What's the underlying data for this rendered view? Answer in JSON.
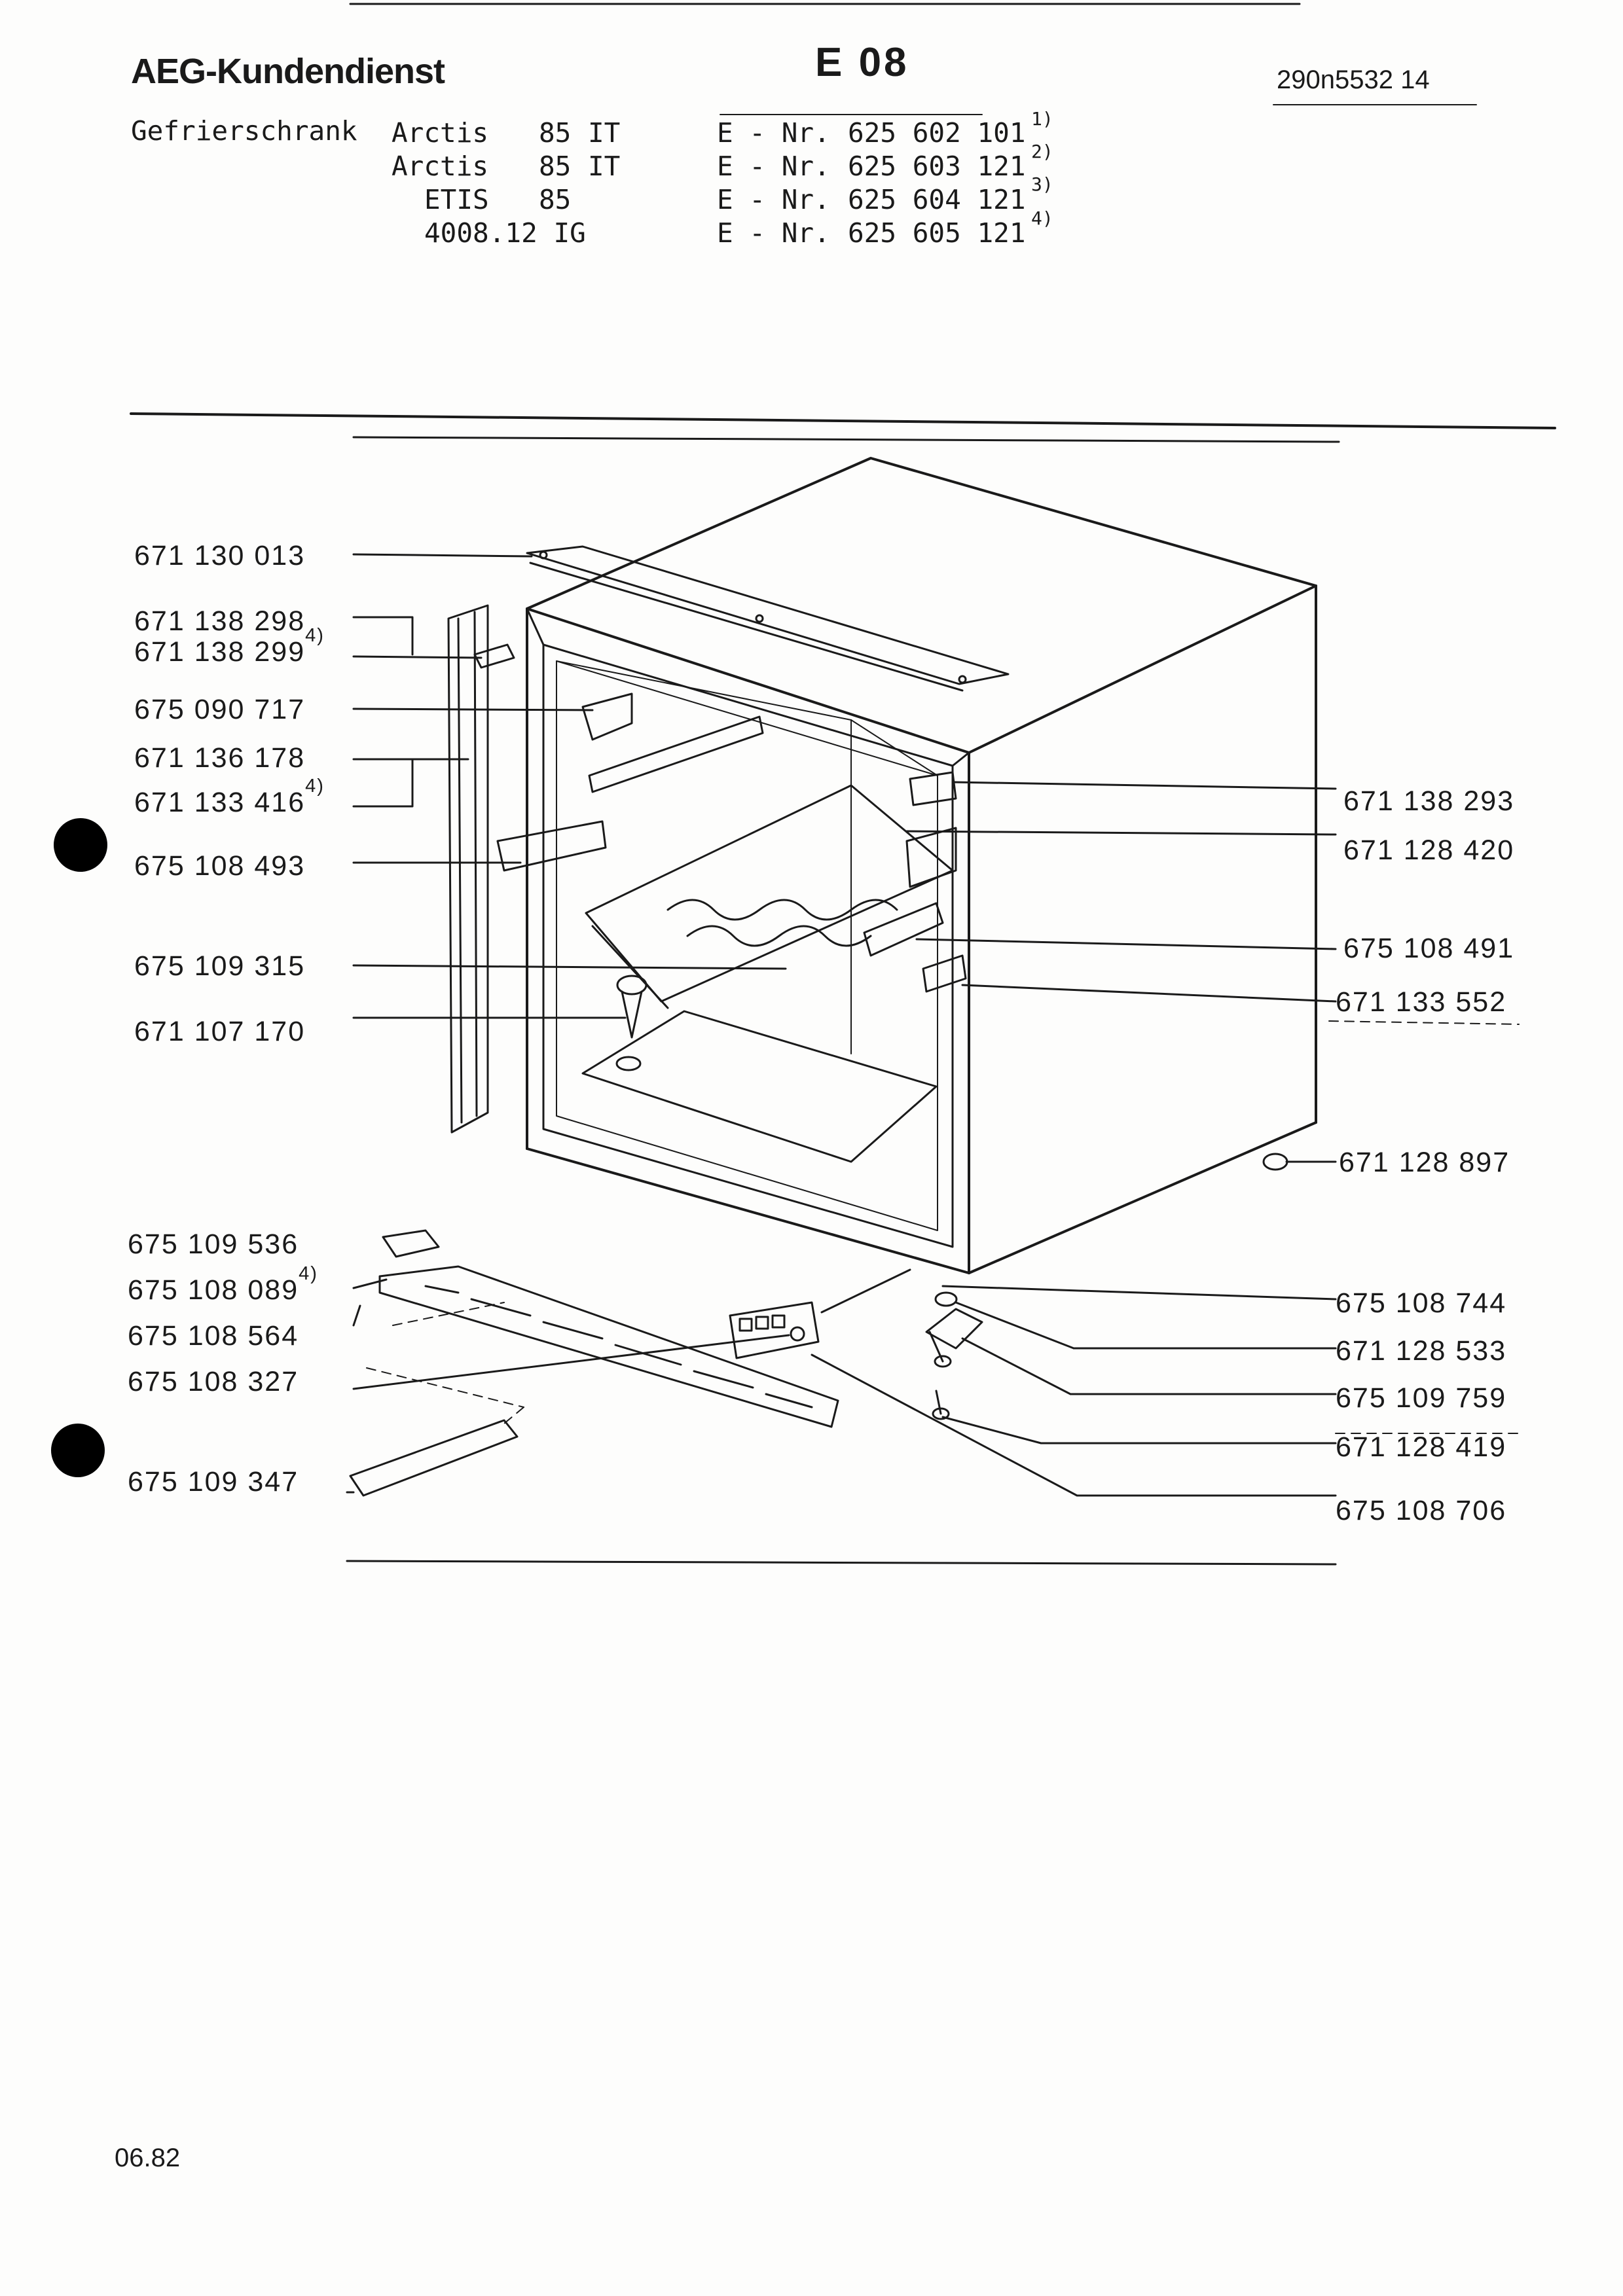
{
  "header": {
    "brand": "AEG-Kundendienst",
    "sheet_code": "E 08",
    "document_number": "290n5532 14",
    "appliance_type": "Gefrierschrank",
    "models": [
      {
        "name": "Arctis",
        "size": "85",
        "variant": "IT",
        "enr_label": "E - Nr.",
        "enr": "625 602 101",
        "note": "1)"
      },
      {
        "name": "Arctis",
        "size": "85",
        "variant": "IT",
        "enr_label": "E - Nr.",
        "enr": "625 603 121",
        "note": "2)"
      },
      {
        "name": "ETIS",
        "size": "85",
        "variant": "",
        "enr_label": "E - Nr.",
        "enr": "625 604 121",
        "note": "3)"
      },
      {
        "name": "4008.12 IG",
        "size": "",
        "variant": "",
        "enr_label": "E - Nr.",
        "enr": "625 605 121",
        "note": "4)"
      }
    ]
  },
  "parts_left": [
    {
      "number": "671 130 013",
      "note": ""
    },
    {
      "number": "671 138 298",
      "note": ""
    },
    {
      "number": "671 138 299",
      "note": "4)"
    },
    {
      "number": "675 090 717",
      "note": ""
    },
    {
      "number": "671 136 178",
      "note": ""
    },
    {
      "number": "671 133 416",
      "note": "4)"
    },
    {
      "number": "675 108 493",
      "note": ""
    },
    {
      "number": "675 109 315",
      "note": ""
    },
    {
      "number": "671 107 170",
      "note": ""
    },
    {
      "number": "675 109 536",
      "note": ""
    },
    {
      "number": "675 108 089",
      "note": "4)"
    },
    {
      "number": "675 108 564",
      "note": ""
    },
    {
      "number": "675 108 327",
      "note": ""
    },
    {
      "number": "675 109 347",
      "note": ""
    }
  ],
  "parts_right": [
    {
      "number": "671 138 293"
    },
    {
      "number": "671 128 420"
    },
    {
      "number": "675 108 491"
    },
    {
      "number": "671 133 552"
    },
    {
      "number": "671 128 897"
    },
    {
      "number": "675 108 744"
    },
    {
      "number": "671 128 533"
    },
    {
      "number": "675 109 759"
    },
    {
      "number": "671 128 419"
    },
    {
      "number": "675 108 706"
    }
  ],
  "footer": {
    "date": "06.82"
  }
}
